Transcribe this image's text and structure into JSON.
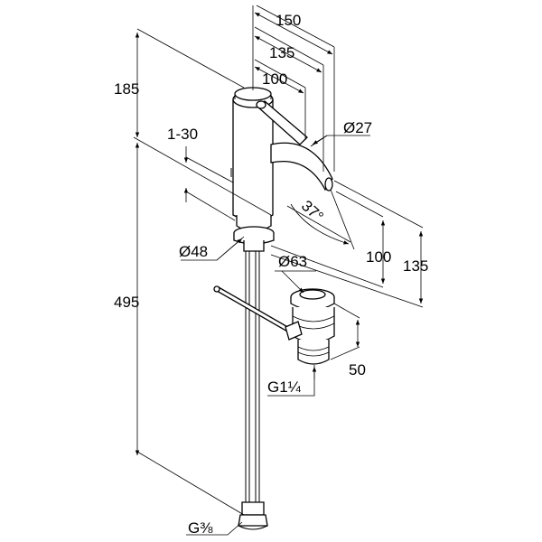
{
  "dimensions": {
    "width_total": "150",
    "width_spout": "135",
    "width_lever": "100",
    "height_top": "185",
    "height_body": "495",
    "deck_thickness": "1-30",
    "spout_diameter": "Ø27",
    "spout_angle": "37°",
    "spout_reach": "100",
    "spout_height": "135",
    "base_diameter": "Ø48",
    "waste_diameter": "Ø63",
    "waste_height": "50",
    "waste_thread": "G1¼",
    "inlet_thread": "G⅜"
  }
}
